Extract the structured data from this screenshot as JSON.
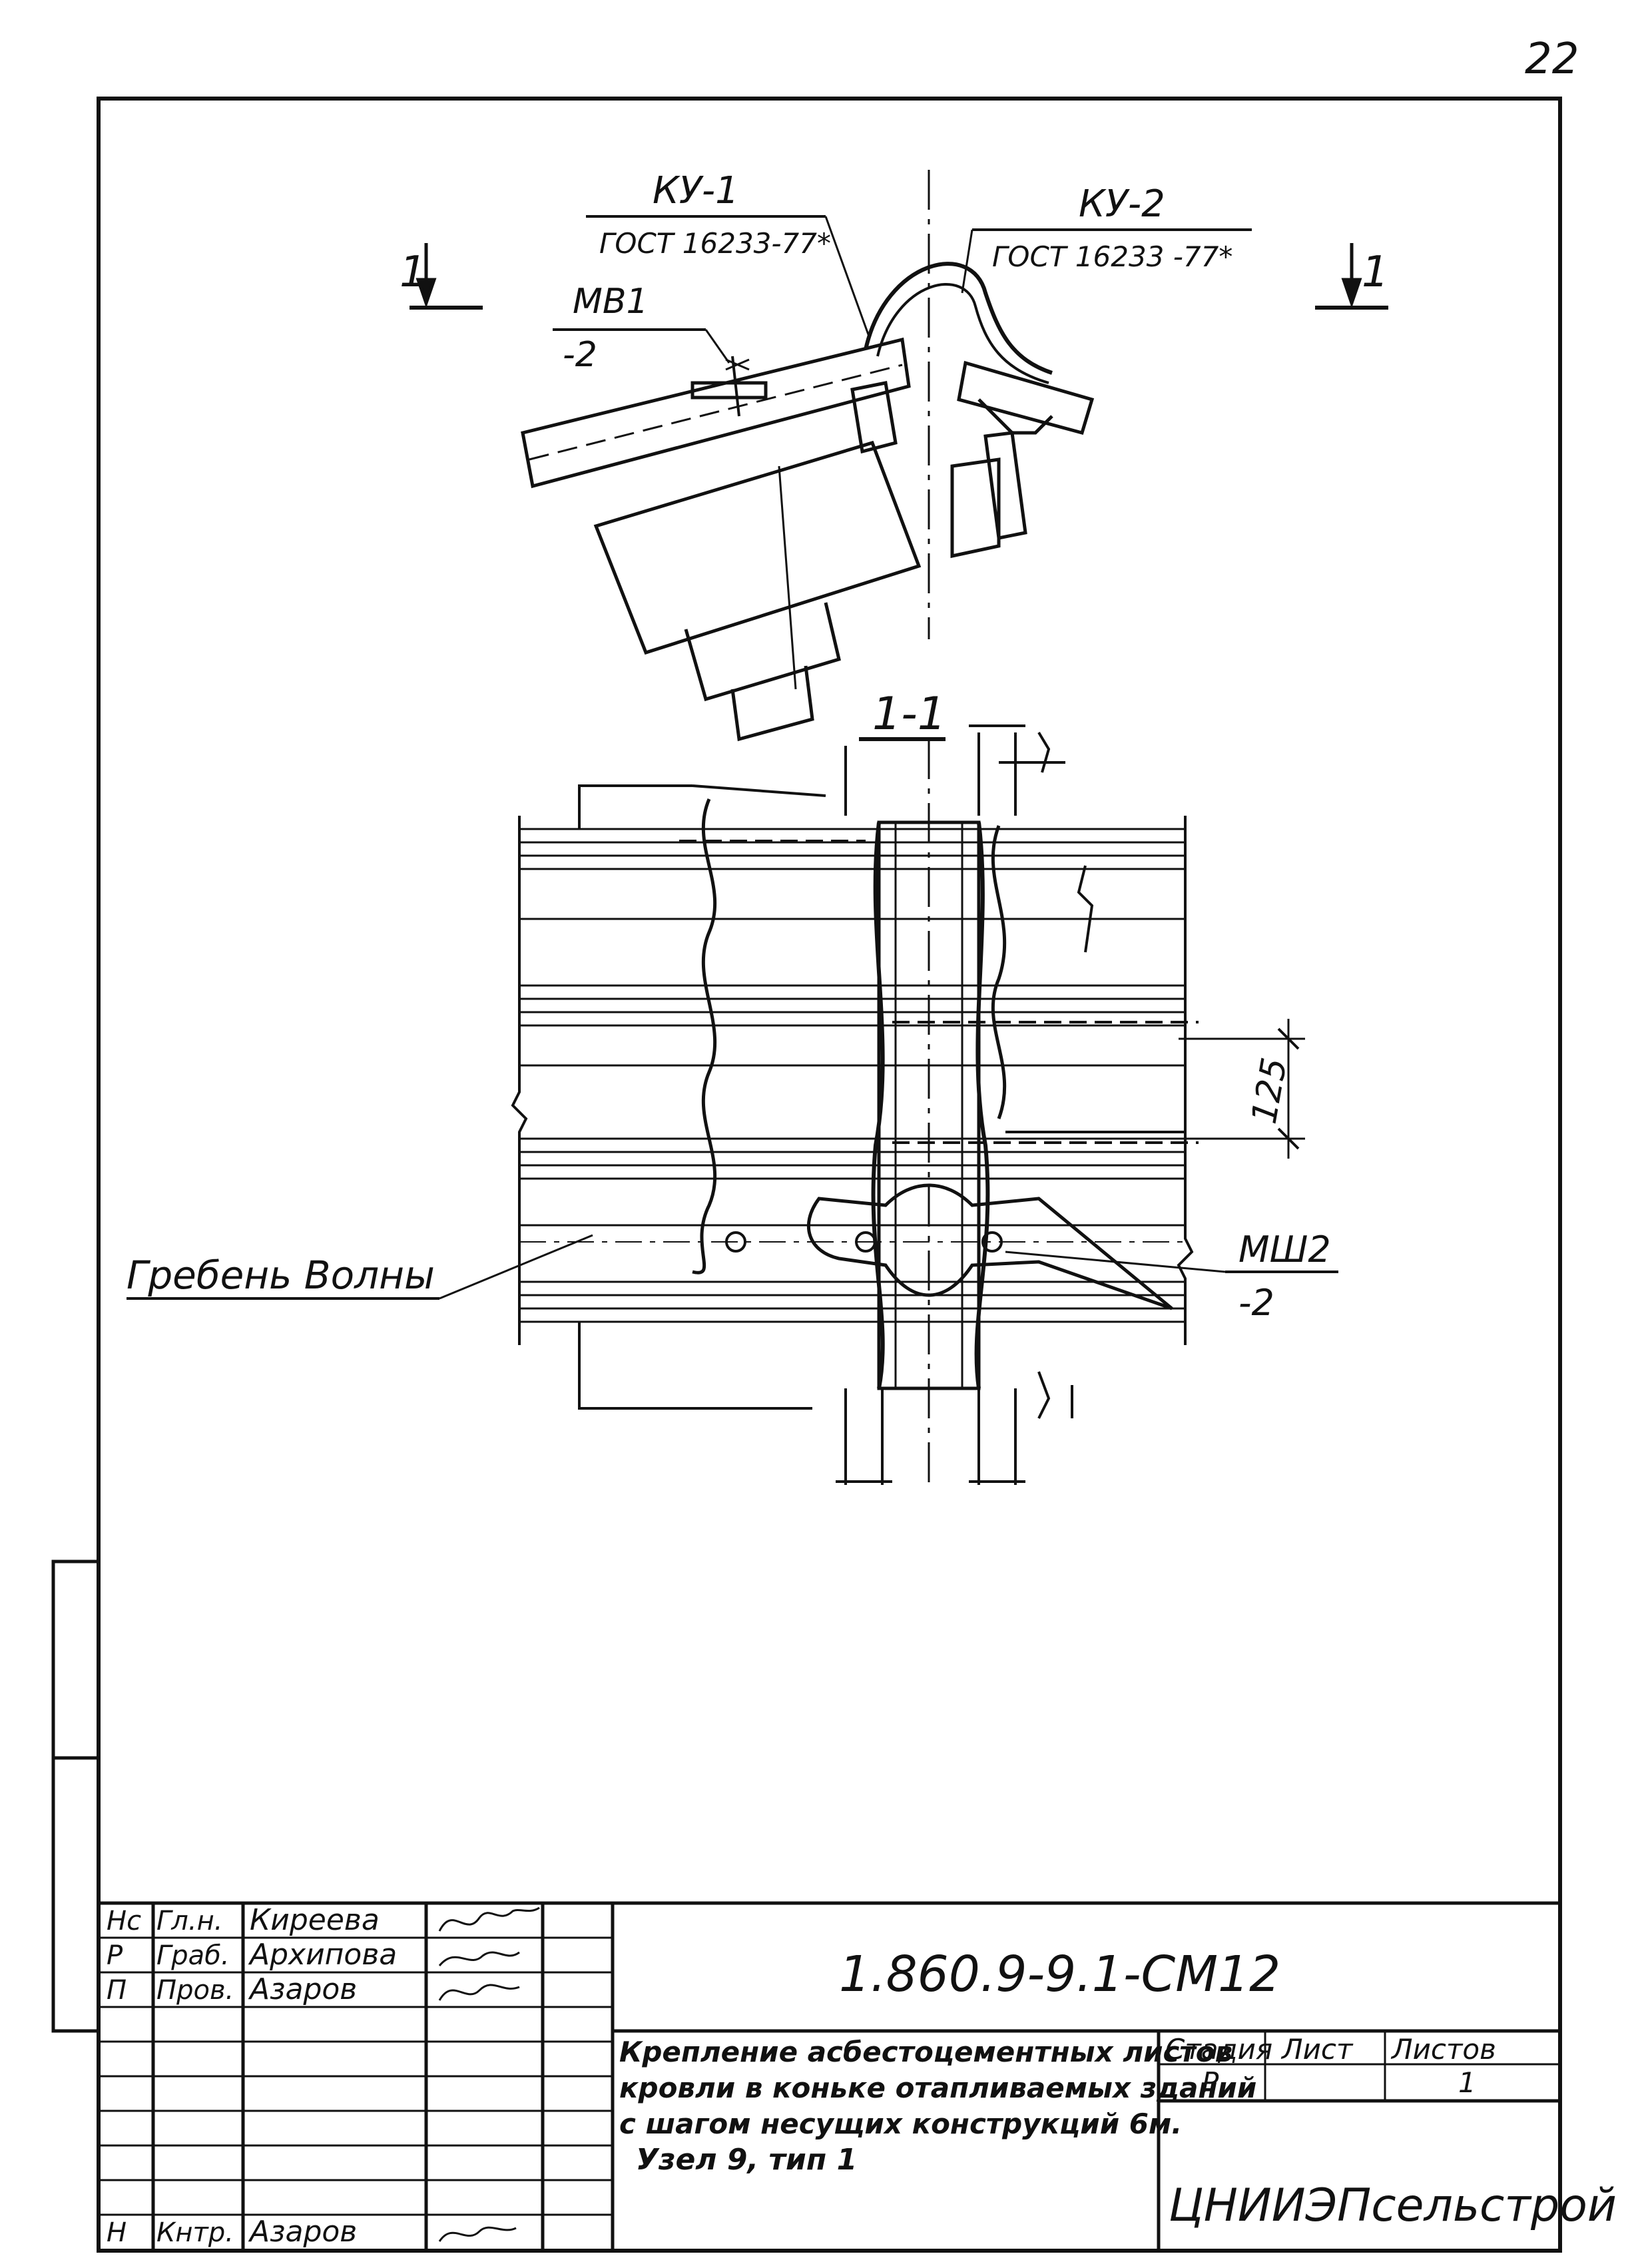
{
  "sheet": {
    "page_number": "22"
  },
  "ridge_view": {
    "section_mark_left": "1",
    "section_mark_right": "1",
    "ku1": {
      "code": "КУ-1",
      "standard": "ГОСТ 16233-77*"
    },
    "ku2": {
      "code": "КУ-2",
      "standard": "ГОСТ 16233 -77*"
    },
    "mv": {
      "code": "МВ1",
      "qty": "-2"
    }
  },
  "section_view": {
    "title": "1-1",
    "dimension_125": "125",
    "wave_crest_label": "Гребень Волны",
    "mw": {
      "code": "МШ2",
      "qty": "-2"
    }
  },
  "title_block": {
    "document_code": "1.860.9-9.1-СМ12",
    "roles": [
      {
        "role": "Гл.н.",
        "name": "Киреева",
        "prefix": "Нс"
      },
      {
        "role": "Граб.",
        "name": "Архипова",
        "prefix": "Р"
      },
      {
        "role": "Пров.",
        "name": "Азаров",
        "prefix": "П"
      },
      {
        "role": "Кнтр.",
        "name": "Азаров",
        "prefix": "Н"
      }
    ],
    "description_lines": [
      "Крепление асбестоцементных листов",
      "кровли в коньке отапливаемых зданий",
      "с шагом несущих конструкций 6м.",
      "Узел 9, тип 1"
    ],
    "stage_header": "Стадия",
    "sheet_header": "Лист",
    "sheets_header": "Листов",
    "stage_value": "Р",
    "sheets_value": "1",
    "organization": "ЦНИИЭПсельстрой"
  }
}
